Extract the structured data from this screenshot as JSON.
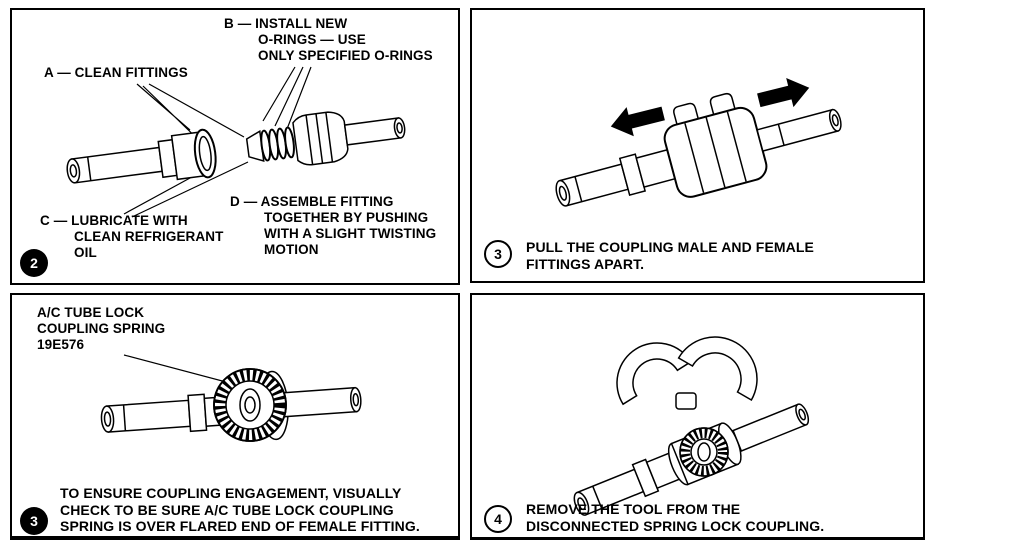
{
  "page": {
    "ink_color": "#000000",
    "paper_color": "#ffffff"
  },
  "panel_install": {
    "step": "2",
    "callout_a": "A — CLEAN FITTINGS",
    "callout_b": "B — INSTALL NEW\nO-RINGS — USE\nONLY SPECIFIED O-RINGS",
    "callout_c": "C — LUBRICATE WITH\nCLEAN REFRIGERANT\nOIL",
    "callout_d": "D — ASSEMBLE FITTING\nTOGETHER BY PUSHING\nWITH A SLIGHT TWISTING\nMOTION"
  },
  "panel_pull": {
    "step": "3",
    "caption": "PULL THE COUPLING MALE AND FEMALE\nFITTINGS APART."
  },
  "panel_spring": {
    "step": "3",
    "part_label": "A/C TUBE LOCK\nCOUPLING SPRING\n19E576",
    "caption": "TO ENSURE COUPLING ENGAGEMENT, VISUALLY\nCHECK TO BE SURE A/C TUBE LOCK COUPLING\nSPRING IS OVER FLARED END OF FEMALE FITTING."
  },
  "panel_remove": {
    "step": "4",
    "caption": "REMOVE THE TOOL FROM THE\nDISCONNECTED SPRING LOCK COUPLING."
  }
}
